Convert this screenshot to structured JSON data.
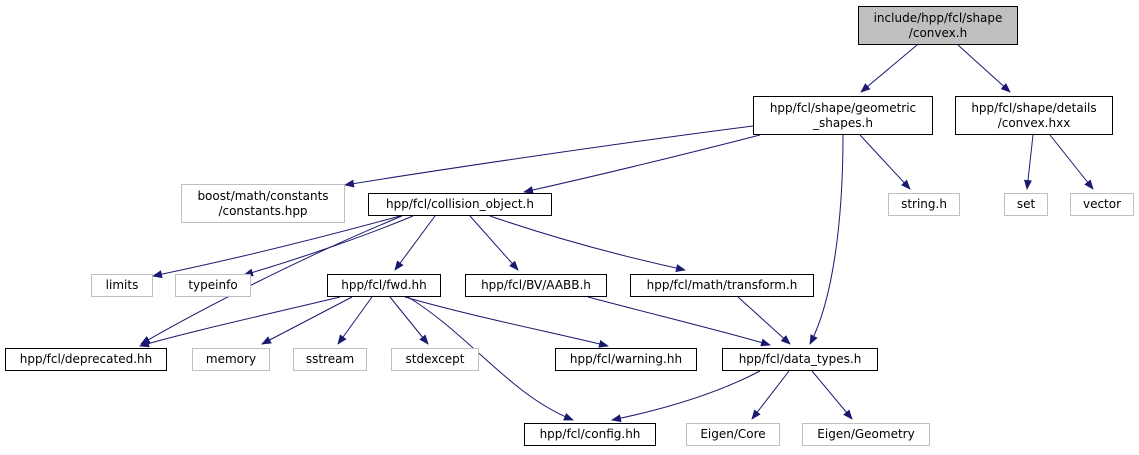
{
  "colors": {
    "edge": "#191970",
    "node_border": "#000000",
    "external_border": "#bfbfbf",
    "root_fill": "#bfbfbf",
    "node_fill": "#ffffff"
  },
  "nodes": {
    "convex_h": [
      "include/hpp/fcl/shape",
      "/convex.h"
    ],
    "geometric_shapes": [
      "hpp/fcl/shape/geometric",
      "_shapes.h"
    ],
    "details_convex": [
      "hpp/fcl/shape/details",
      "/convex.hxx"
    ],
    "boost_constants": [
      "boost/math/constants",
      "/constants.hpp"
    ],
    "collision_object": "hpp/fcl/collision_object.h",
    "string_h": "string.h",
    "set": "set",
    "vector": "vector",
    "limits": "limits",
    "typeinfo": "typeinfo",
    "fwd": "hpp/fcl/fwd.hh",
    "aabb": "hpp/fcl/BV/AABB.h",
    "transform": "hpp/fcl/math/transform.h",
    "deprecated": "hpp/fcl/deprecated.hh",
    "memory": "memory",
    "sstream": "sstream",
    "stdexcept": "stdexcept",
    "warning": "hpp/fcl/warning.hh",
    "data_types": "hpp/fcl/data_types.h",
    "config": "hpp/fcl/config.hh",
    "eigen_core": "Eigen/Core",
    "eigen_geometry": "Eigen/Geometry"
  }
}
